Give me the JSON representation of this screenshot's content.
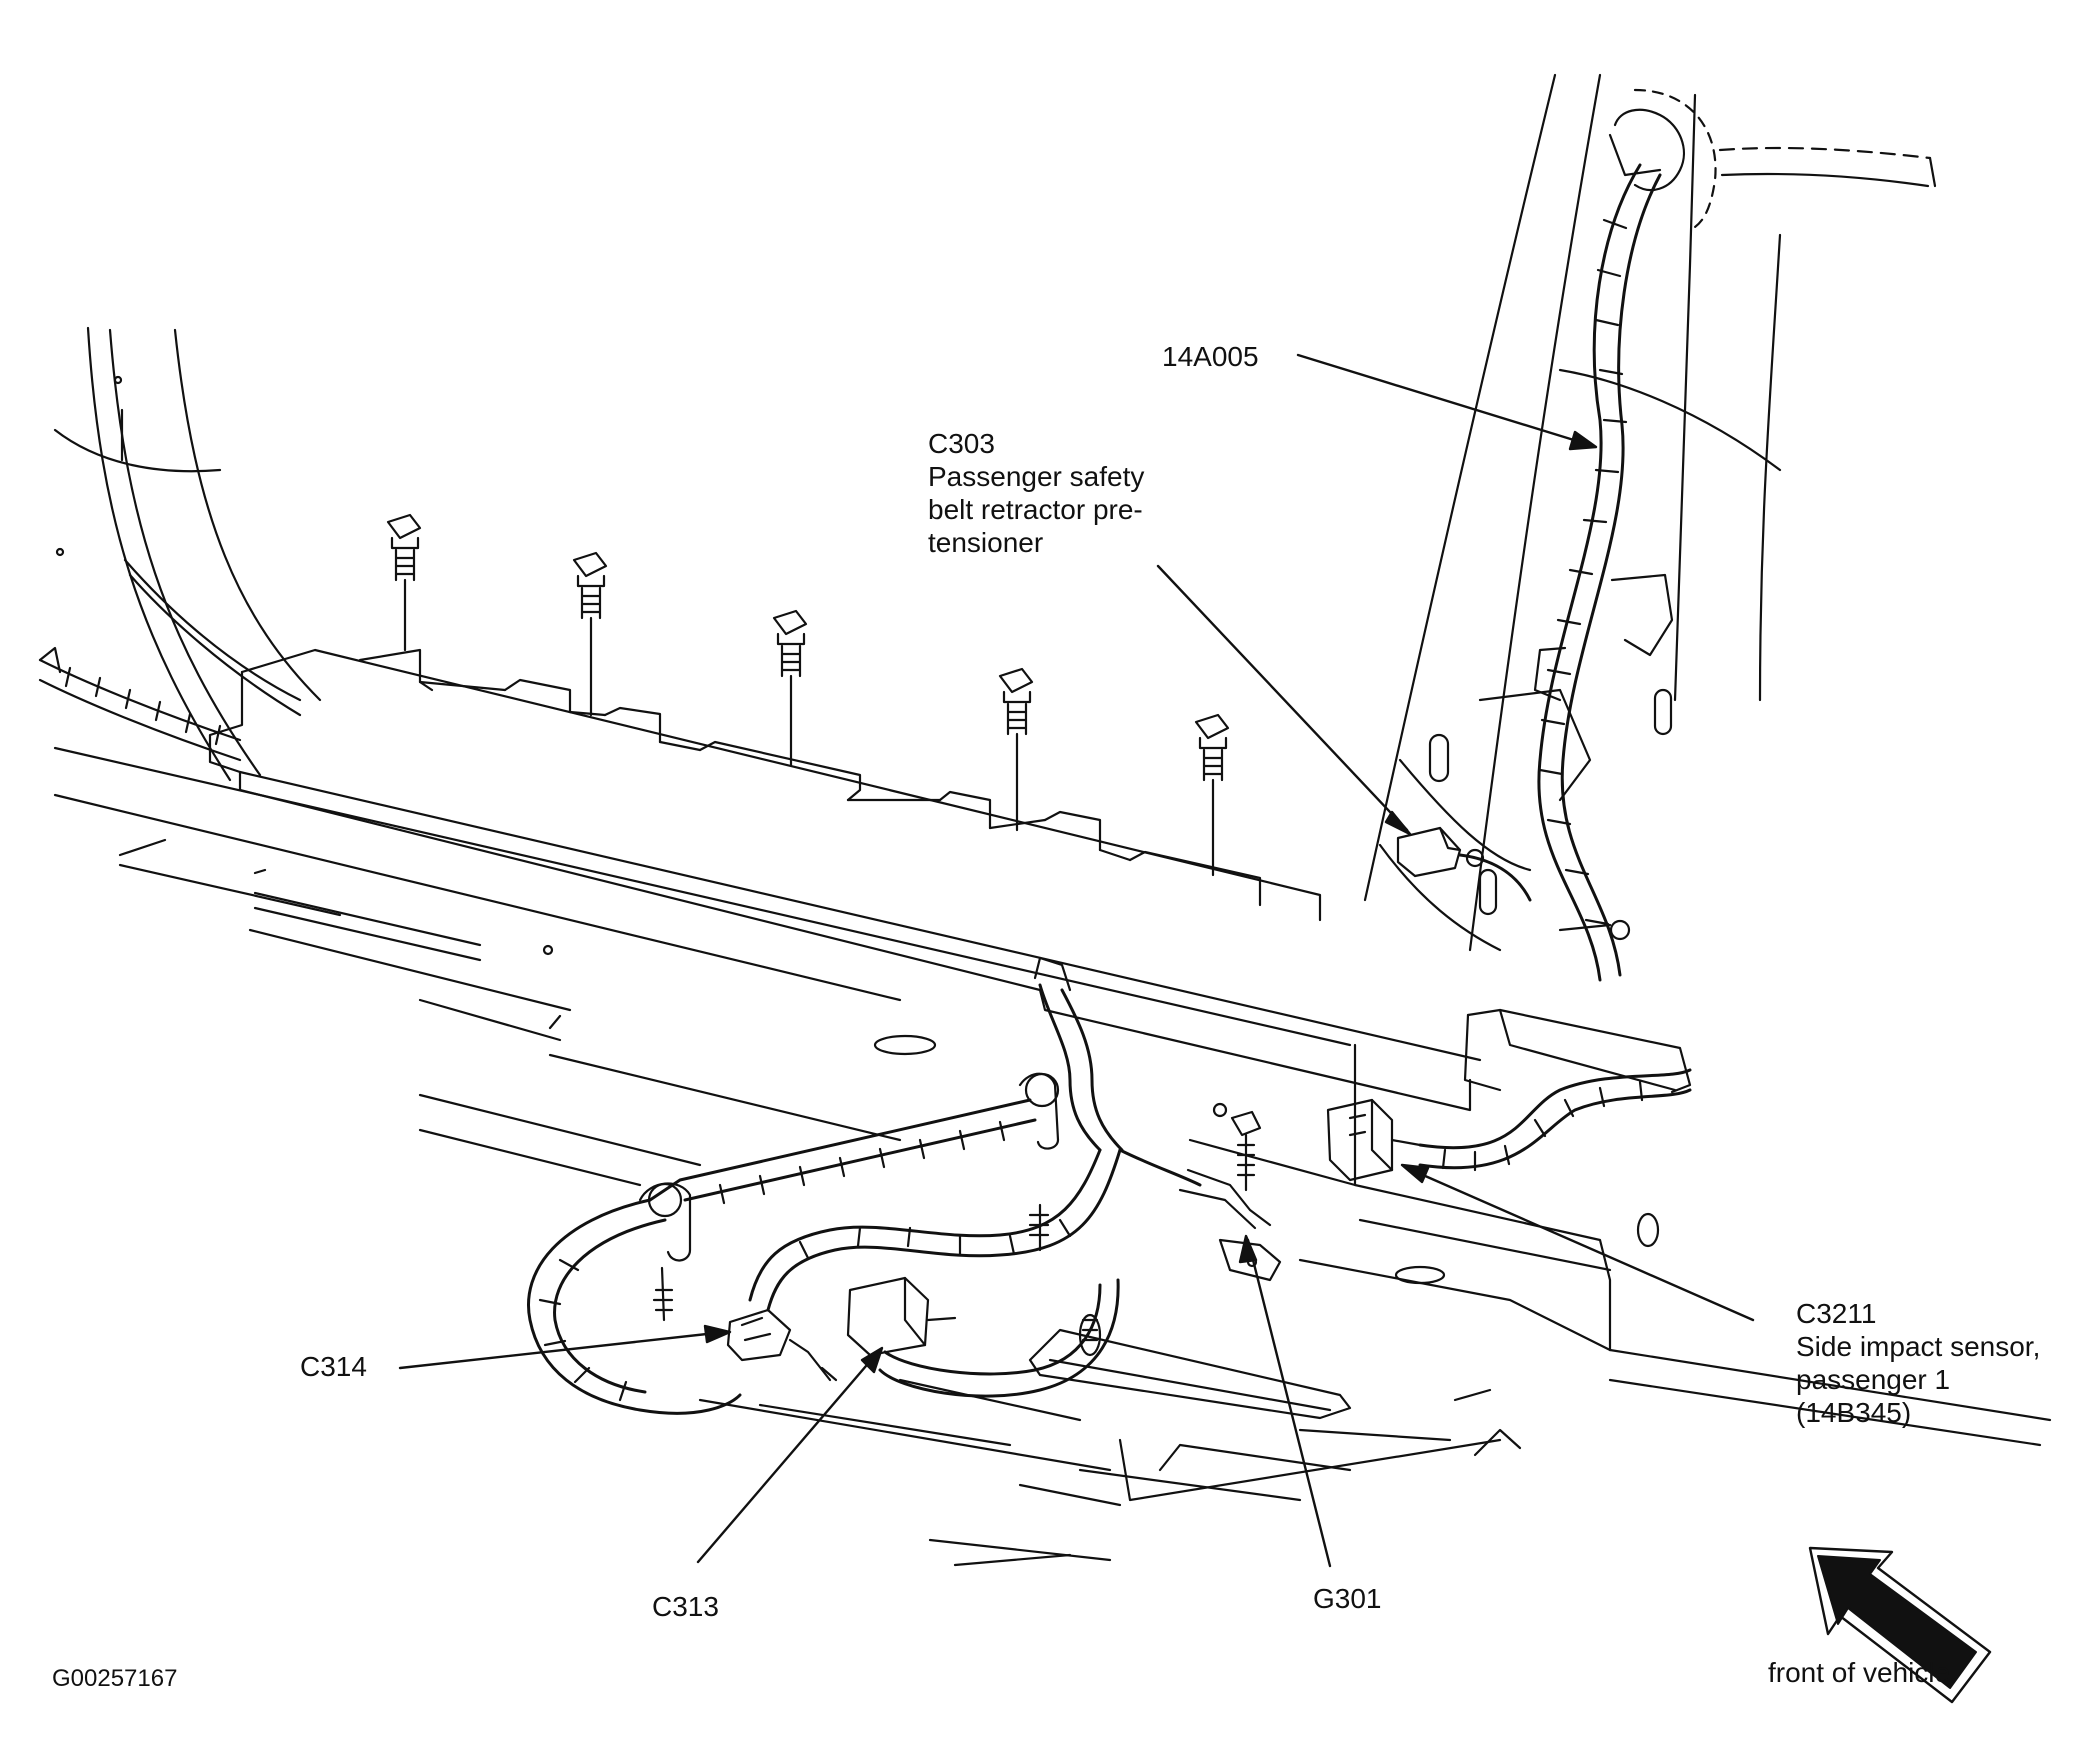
{
  "diagram": {
    "figure_code": "G00257167",
    "orientation": {
      "text": "front of vehicle",
      "icon": "front-direction-arrow-icon"
    },
    "colors": {
      "line": "#111111",
      "background": "#ffffff"
    },
    "callouts": {
      "harness_14a005": "14A005",
      "c303": {
        "code": "C303",
        "line1": "Passenger safety",
        "line2": "belt retractor pre-",
        "line3": "tensioner"
      },
      "c314": "C314",
      "c313": "C313",
      "g301": "G301",
      "c3211": {
        "code": "C3211",
        "line1": "Side impact sensor,",
        "line2": "passenger 1",
        "line3": "(14B345)"
      }
    }
  }
}
